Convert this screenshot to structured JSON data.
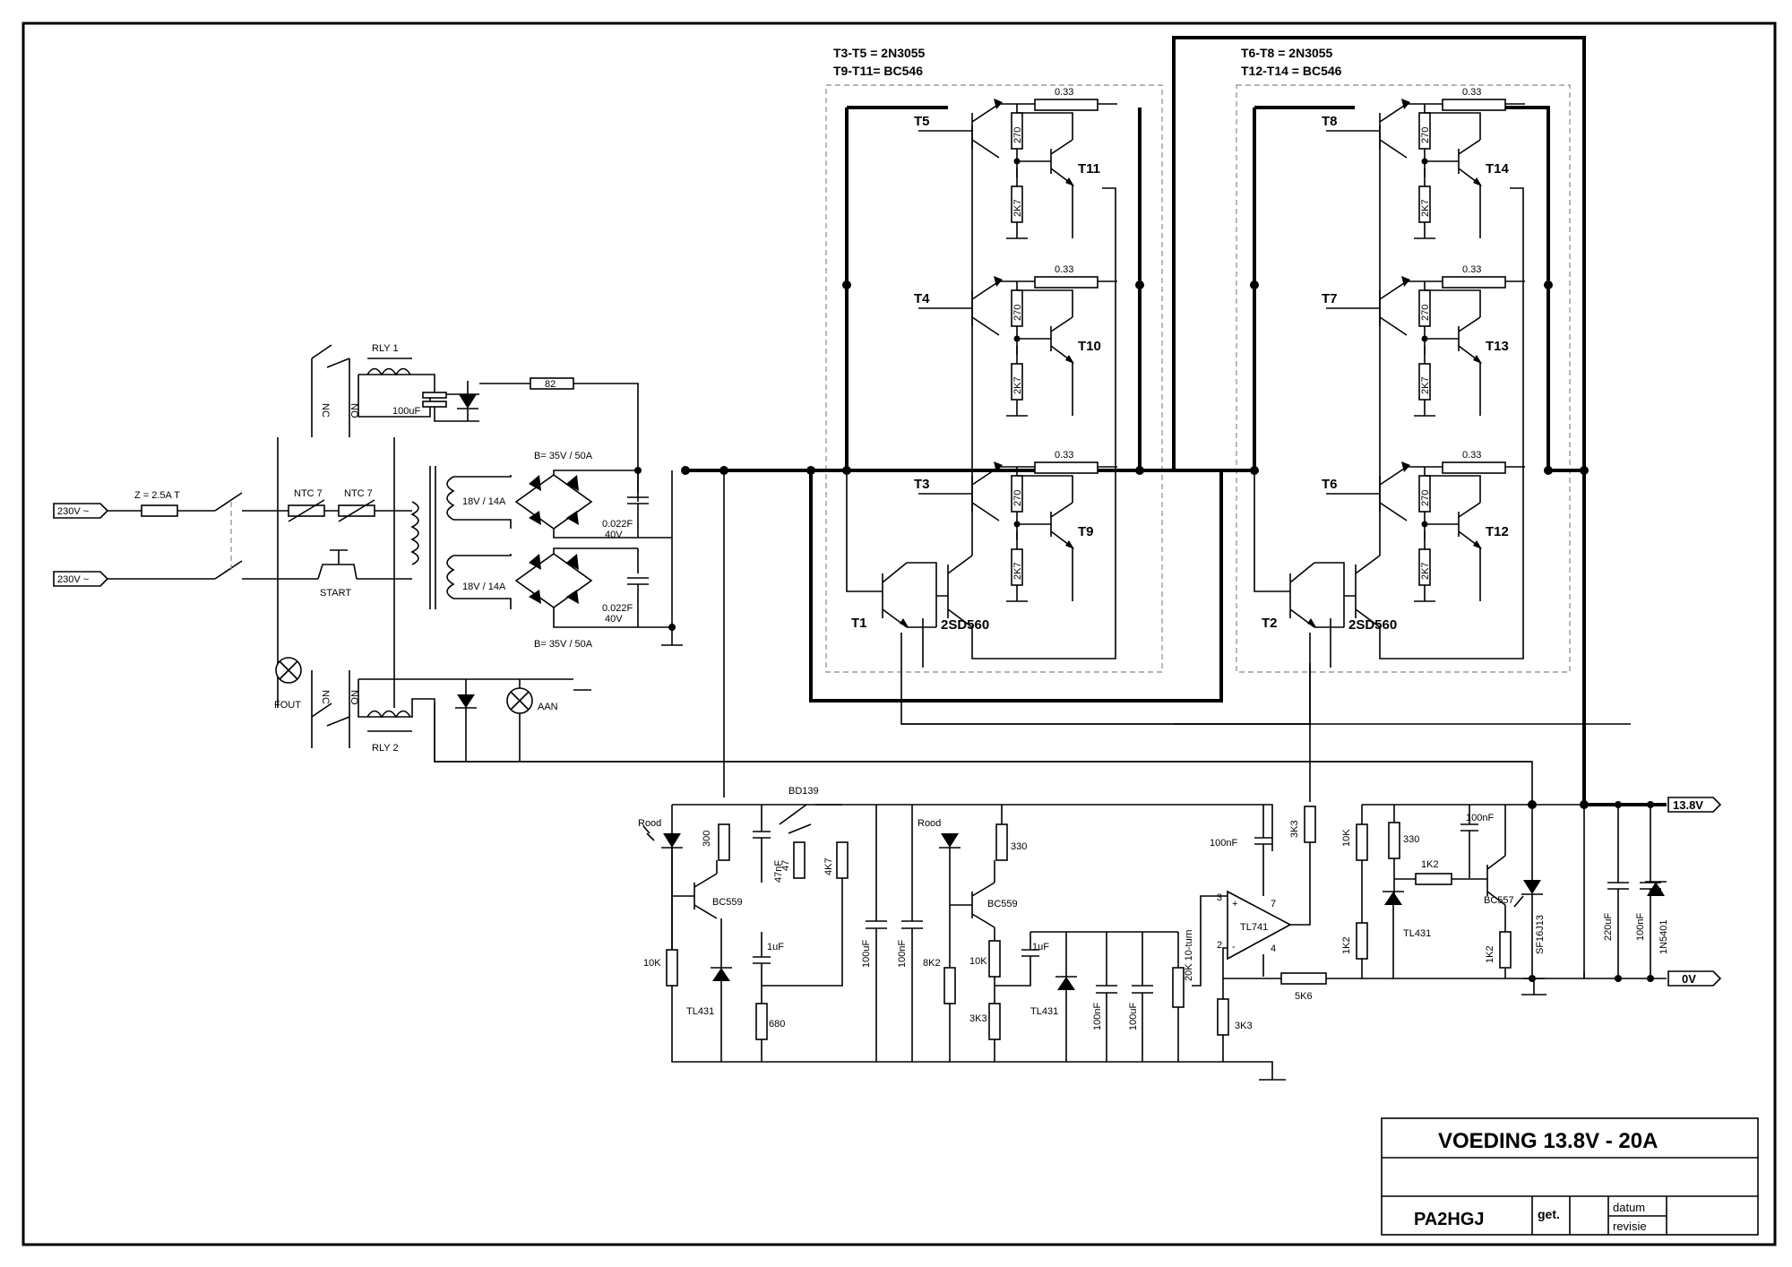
{
  "header": {
    "group_a_line1": "T3-T5 = 2N3055",
    "group_a_line2": "T9-T11= BC546",
    "group_b_line1": "T6-T8 = 2N3055",
    "group_b_line2": "T12-T14 = BC546"
  },
  "power_transistors": [
    "T1",
    "T2",
    "T3",
    "T4",
    "T5",
    "T6",
    "T7",
    "T8"
  ],
  "small_transistors": [
    "T9",
    "T10",
    "T11",
    "T12",
    "T13",
    "T14"
  ],
  "darlington_label": "2SD560",
  "emitter_resistor": "0.33",
  "base_resistor_top": "270",
  "base_resistor_bottom": "2K7",
  "mains": {
    "input_1": "230V ~",
    "input_2": "230V ~",
    "fuse": "Z = 2.5A T",
    "ntc_1": "NTC 7",
    "ntc_2": "NTC 7",
    "start_button": "START",
    "lamp_fault": "FOUT",
    "lamp_on": "AAN",
    "relay_1": "RLY 1",
    "relay_2": "RLY 2",
    "contact_nc": "NC",
    "contact_no": "NO",
    "relay_cap": "100uF",
    "relay_res": "82"
  },
  "transformer": {
    "winding_1": "18V / 14A",
    "winding_2": "18V / 14A",
    "bridge_1": "B= 35V / 50A",
    "bridge_2": "B= 35V / 50A",
    "cap_1_value": "0.022F",
    "cap_1_voltage": "40V",
    "cap_2_value": "0.022F",
    "cap_2_voltage": "40V"
  },
  "regulator": {
    "led_1": "Rood",
    "led_2": "Rood",
    "r300": "300",
    "c47n": "47nF",
    "r47": "47",
    "r4k7": "4K7",
    "bd139": "BD139",
    "bc559_1": "BC559",
    "bc559_2": "BC559",
    "r10k_1": "10K",
    "r10k_2": "10K",
    "c1u_1": "1uF",
    "c1u_2": "1uF",
    "tl431_1": "TL431",
    "tl431_2": "TL431",
    "r680": "680",
    "c100u_1": "100uF",
    "c100n_1": "100nF",
    "r330": "330",
    "r8k2": "8K2",
    "r3k3_1": "3K3",
    "c100n_2": "100nF",
    "c100u_2": "100uF",
    "pot": "20K 10-turn",
    "r3k3_2": "3K3",
    "c100n_3": "100nF",
    "opamp": "TL741",
    "pin3": "3",
    "pin2": "2",
    "pin7": "7",
    "pin4": "4",
    "plus": "+",
    "minus": "-",
    "r3k3_3": "3K3",
    "r5k6": "5K6"
  },
  "crowbar": {
    "r10k": "10K",
    "r330": "330",
    "c100n": "100nF",
    "r1k2_a": "1K2",
    "r1k2_b": "1K2",
    "r1k2_c": "1K2",
    "tl431": "TL431",
    "bc557": "BC557",
    "scr": "SF16J13",
    "c220u": "220uF",
    "c100n_out": "100nF",
    "diode": "1N5401"
  },
  "outputs": {
    "positive": "13.8V",
    "ground": "0V"
  },
  "title_block": {
    "title": "VOEDING 13.8V - 20A",
    "author": "PA2HGJ",
    "get": "get.",
    "datum": "datum",
    "revisie": "revisie"
  }
}
